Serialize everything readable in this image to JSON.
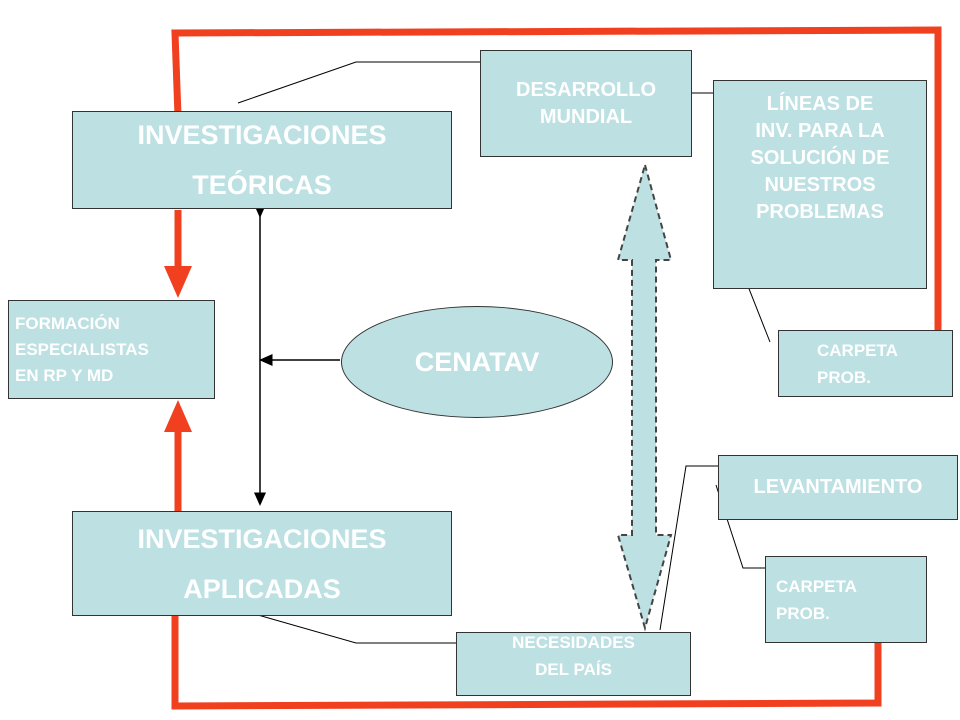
{
  "boxes": {
    "inv_teoricas": [
      "INVESTIGACIONES",
      "TEÓRICAS"
    ],
    "inv_aplicadas": [
      "INVESTIGACIONES",
      "APLICADAS"
    ],
    "formacion": [
      "FORMACIÓN",
      "ESPECIALISTAS",
      "EN RP Y MD"
    ],
    "cenatav": "CENATAV",
    "desarrollo": [
      "DESARROLLO",
      "MUNDIAL"
    ],
    "lineas": [
      "LÍNEAS DE",
      "INV. PARA LA",
      "SOLUCIÓN DE",
      "NUESTROS",
      "PROBLEMAS"
    ],
    "carpeta1": [
      "CARPETA",
      "PROB."
    ],
    "levantamiento": "LEVANTAMIENTO",
    "carpeta2": [
      "CARPETA",
      "PROB."
    ],
    "necesidades": [
      "NECESIDADES",
      "DEL PAÍS"
    ]
  },
  "colors": {
    "box_fill": "#bde0e3",
    "frame": "#f04020",
    "text": "#ffffff"
  }
}
